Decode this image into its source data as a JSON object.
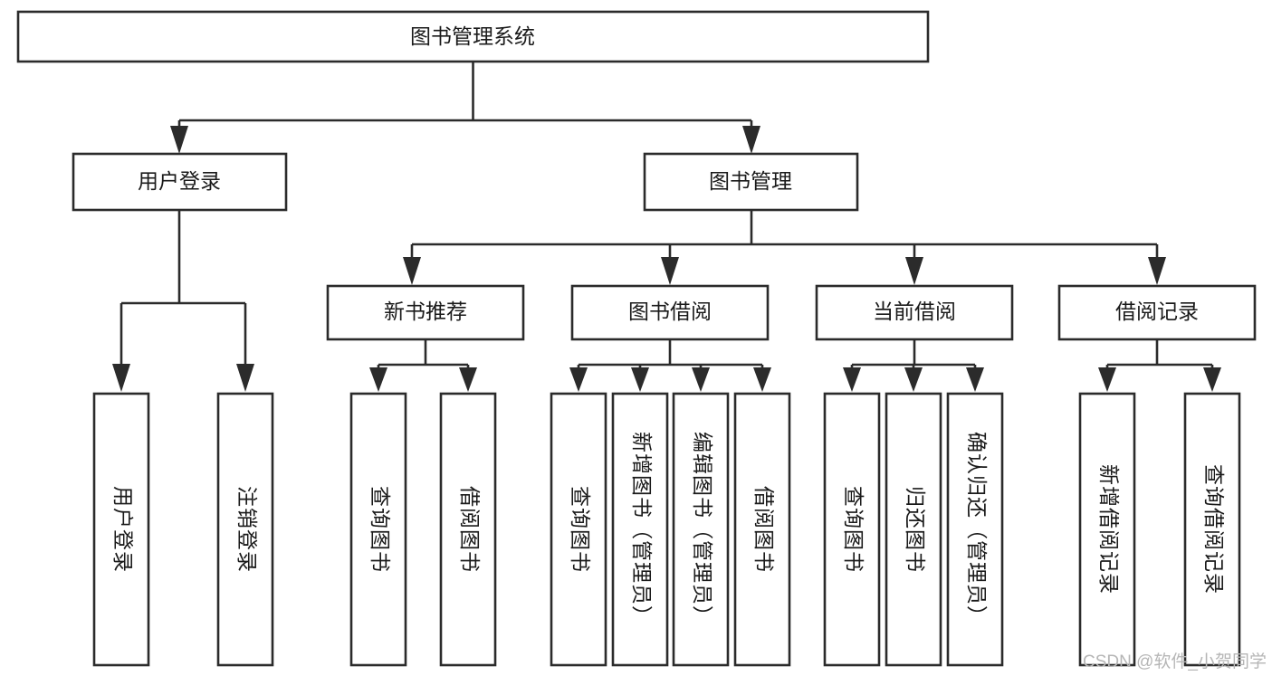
{
  "diagram": {
    "type": "tree",
    "title": "图书管理系统",
    "watermark": "CSDN @软件_小贺同学",
    "colors": {
      "stroke": "#2b2b2b",
      "fill": "#ffffff",
      "text": "#1a1a1a",
      "watermark": "#b6b6b6"
    },
    "nodes": {
      "root": {
        "label": "图书管理系统"
      },
      "level2": [
        {
          "label": "用户登录"
        },
        {
          "label": "图书管理"
        }
      ],
      "level3": [
        {
          "label": "新书推荐"
        },
        {
          "label": "图书借阅"
        },
        {
          "label": "当前借阅"
        },
        {
          "label": "借阅记录"
        }
      ],
      "leaves_user_login": [
        {
          "label": "用户登录"
        },
        {
          "label": "注销登录"
        }
      ],
      "leaves_new_book": [
        {
          "label": "查询图书"
        },
        {
          "label": "借阅图书"
        }
      ],
      "leaves_borrow": [
        {
          "label": "查询图书"
        },
        {
          "label": "新增图书（管理员）"
        },
        {
          "label": "编辑图书（管理员）"
        },
        {
          "label": "借阅图书"
        }
      ],
      "leaves_current": [
        {
          "label": "查询图书"
        },
        {
          "label": "归还图书"
        },
        {
          "label": "确认归还（管理员）"
        }
      ],
      "leaves_records": [
        {
          "label": "新增借阅记录"
        },
        {
          "label": "查询借阅记录"
        }
      ]
    }
  }
}
